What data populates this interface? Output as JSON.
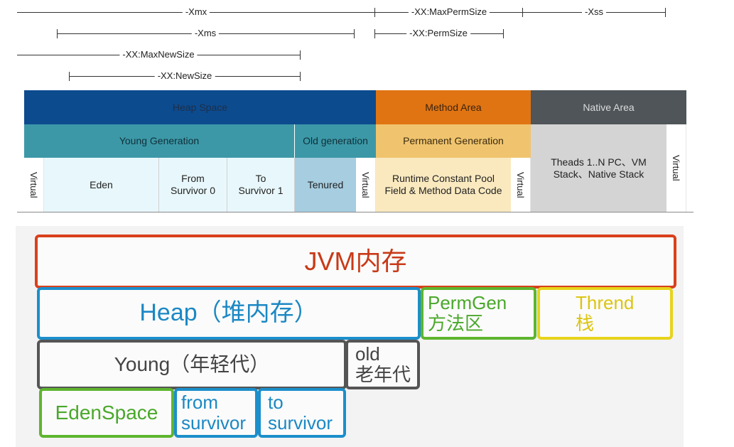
{
  "dimensions": {
    "xmx": "-Xmx",
    "max_perm_size": "-XX:MaxPermSize",
    "xss": "-Xss",
    "xms": "-Xms",
    "perm_size": "-XX:PermSize",
    "max_new_size": "-XX:MaxNewSize",
    "new_size": "-XX:NewSize"
  },
  "table": {
    "heap_space": "Heap Space",
    "method_area": "Method Area",
    "native_area": "Native Area",
    "young_generation": "Young Generation",
    "old_generation": "Old generation",
    "permanent_generation": "Permanent Generation",
    "native_threads": "Theads 1..N PC、VM Stack、Native Stack",
    "virtual": "Virtual",
    "eden": "Eden",
    "from_survivor": "From Survivor 0",
    "to_survivor": "To Survivor 1",
    "tenured": "Tenured",
    "runtime_pool": "Runtime Constant Pool Field & Method Data Code"
  },
  "diagram": {
    "jvm": "JVM内存",
    "heap": "Heap（堆内存）",
    "permgen_line1": "PermGen",
    "permgen_line2": "方法区",
    "thread_line1": "Thrend",
    "thread_line2": "栈",
    "young": "Young（年轻代）",
    "old_line1": "old",
    "old_line2": "老年代",
    "eden_space": "EdenSpace",
    "from_line1": "from",
    "from_line2": "survivor",
    "to_line1": "to",
    "to_line2": "survivor"
  },
  "colors": {
    "heap_blue": "#0c4b8e",
    "method_orange": "#e07412",
    "native_gray": "#4f5558",
    "teal": "#3c98a7",
    "light_teal": "#e8f7fb",
    "tenured_blue": "#a6cde0",
    "perm_yellow": "#f0c46e",
    "pool_yellow": "#fae9bf",
    "native_light": "#d4d4d4",
    "jvm_red": "#d9401c",
    "heap_box_blue": "#1b8fcb",
    "perm_green": "#5eb52e",
    "thread_yellow": "#e7d31a",
    "young_gray": "#555555"
  }
}
